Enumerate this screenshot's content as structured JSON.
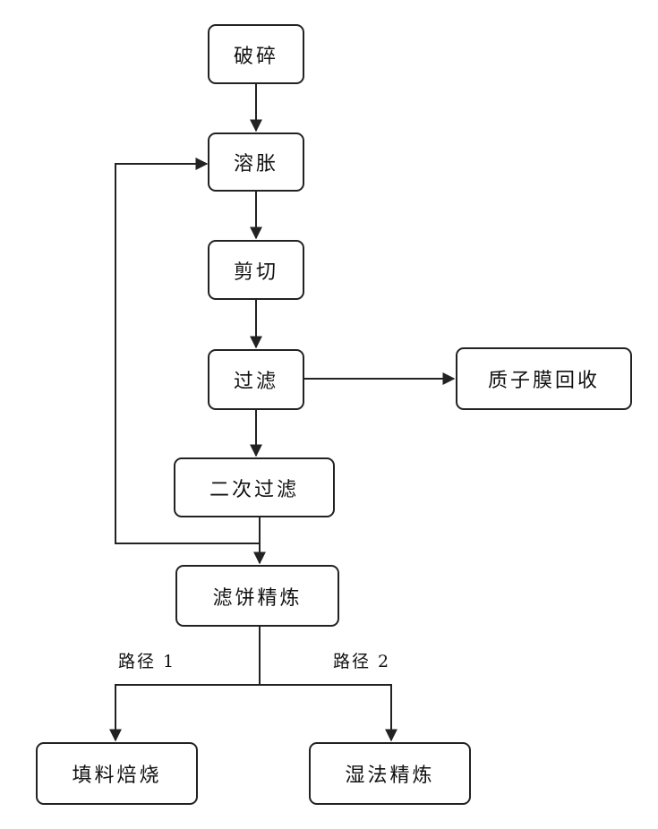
{
  "nodes": {
    "crush": "破碎",
    "swell": "溶胀",
    "shear": "剪切",
    "filter": "过滤",
    "membrane_recovery": "质子膜回收",
    "secondary_filter": "二次过滤",
    "cake_refining": "滤饼精炼",
    "filler_roasting": "填料焙烧",
    "wet_refining": "湿法精炼"
  },
  "edge_labels": {
    "path1": "路径 1",
    "path2": "路径 2"
  }
}
